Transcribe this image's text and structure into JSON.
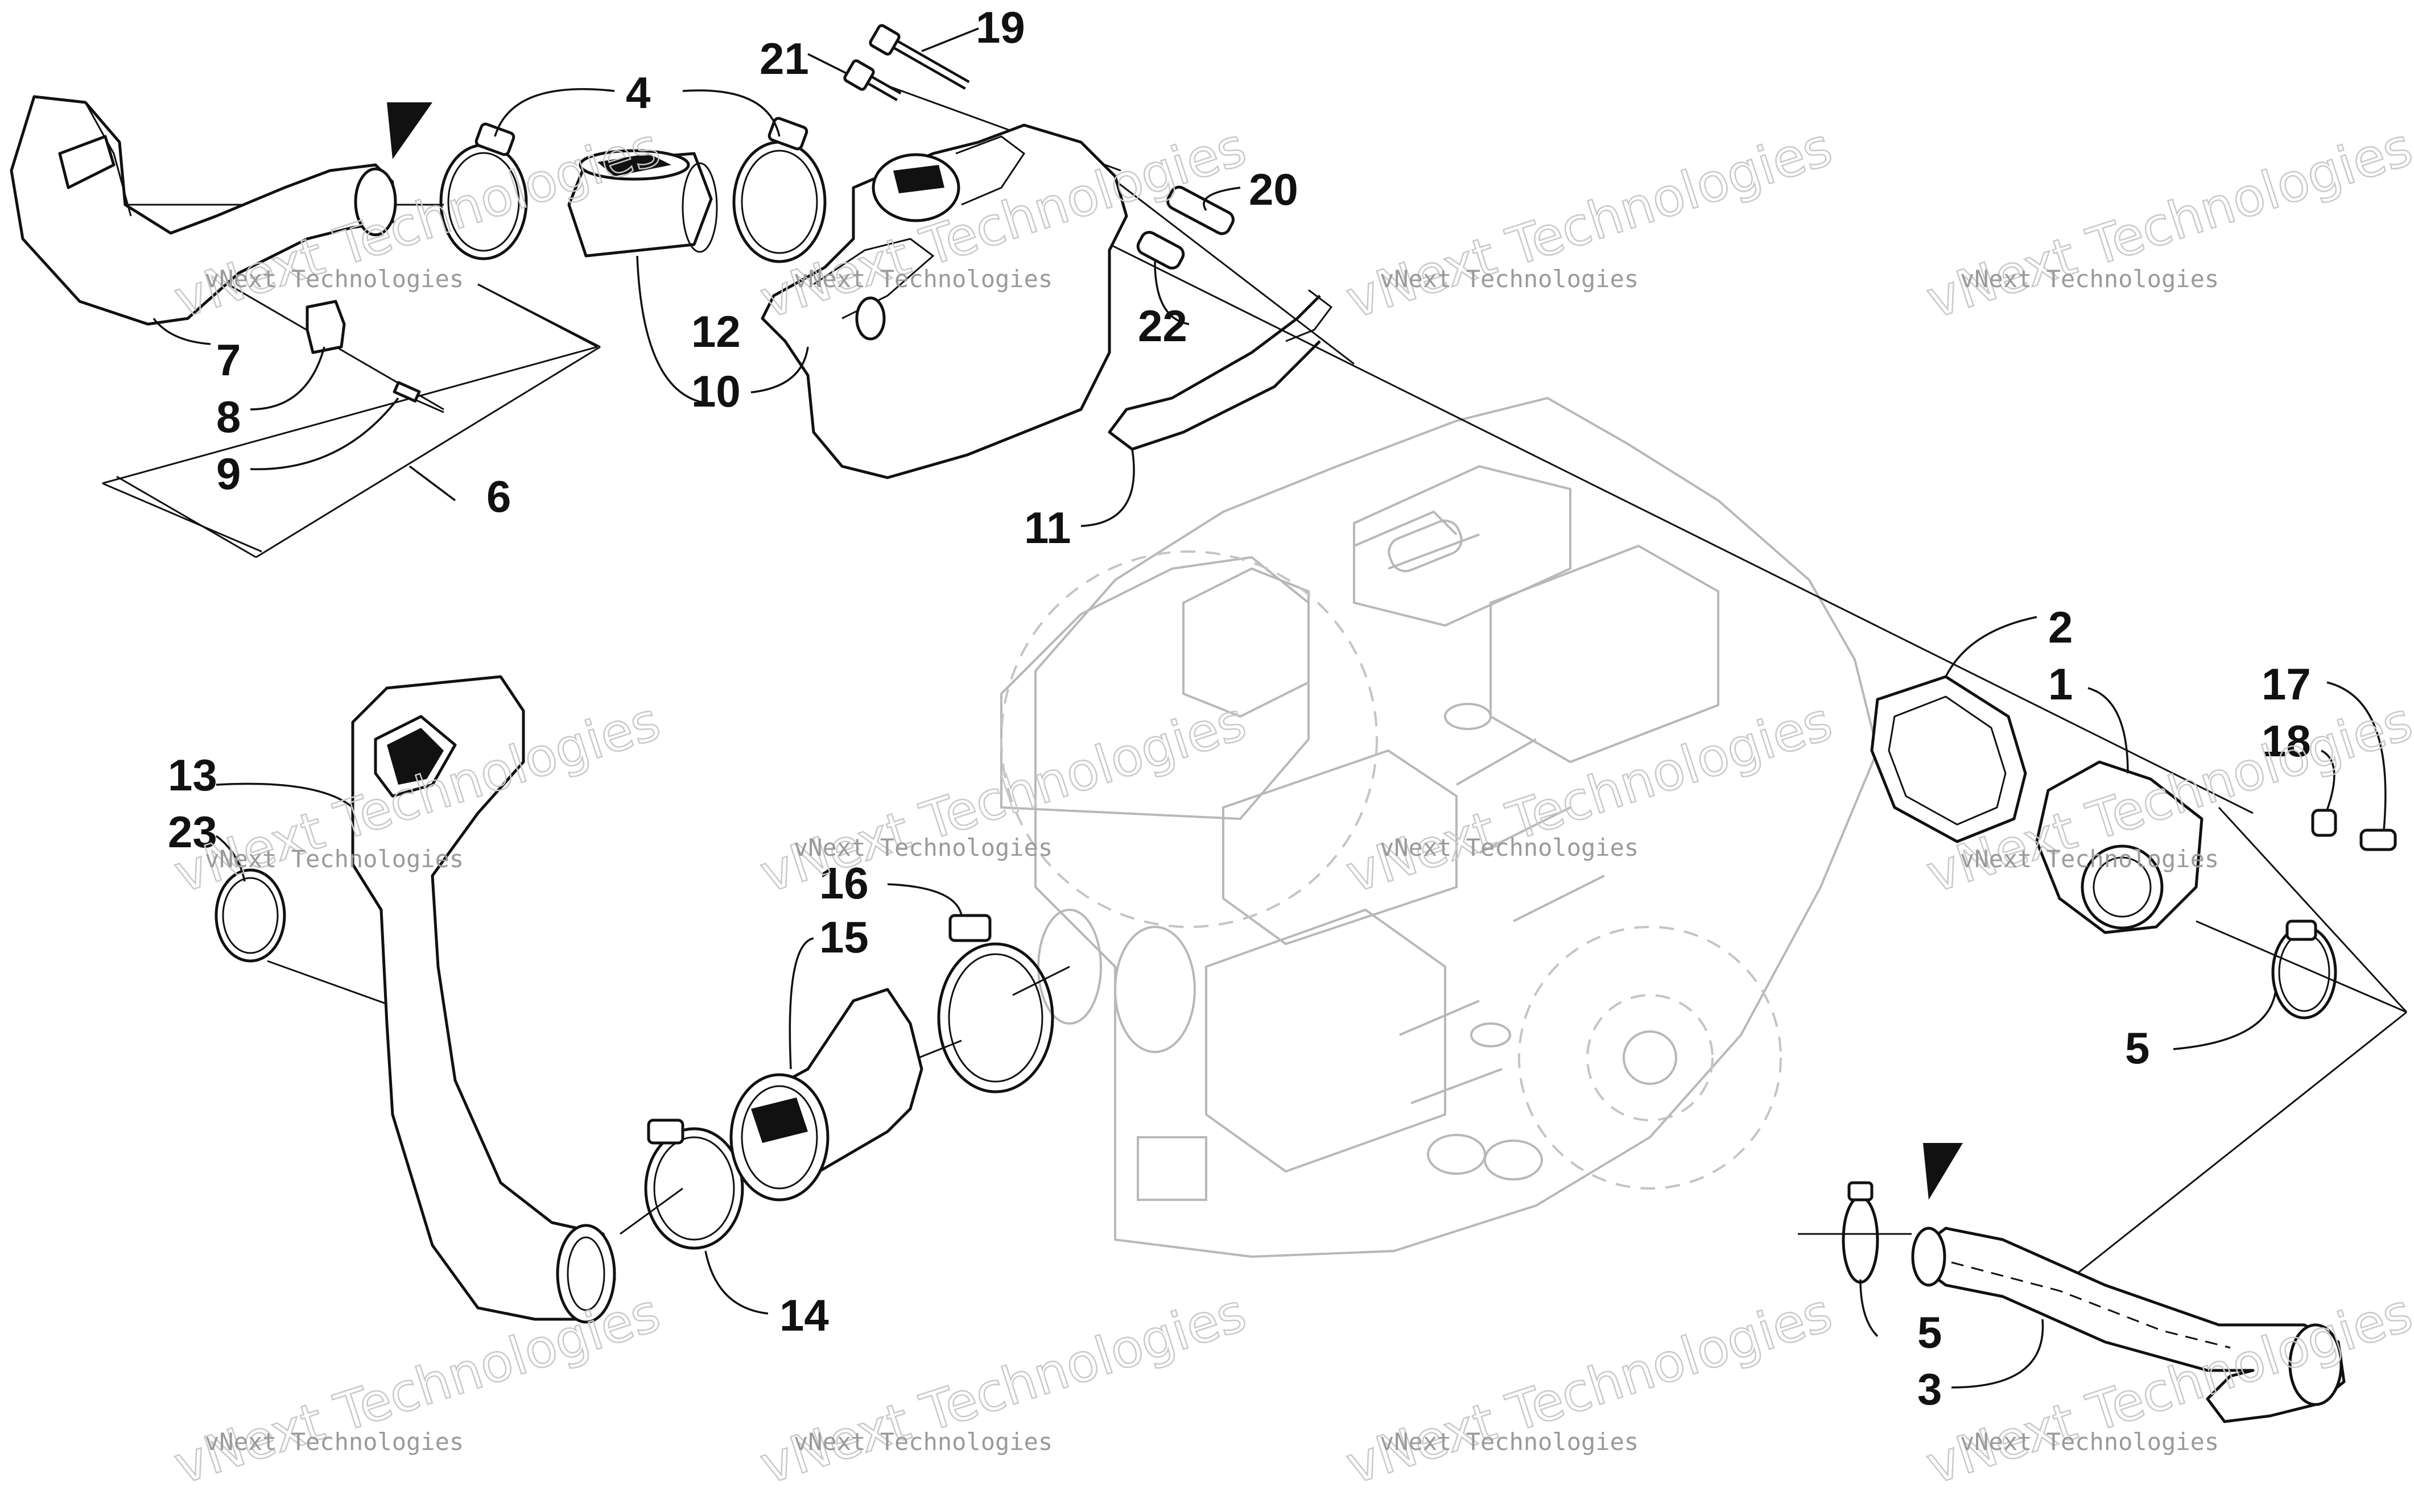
{
  "callouts": [
    "1",
    "2",
    "3",
    "4",
    "5",
    "5",
    "6",
    "7",
    "8",
    "9",
    "10",
    "11",
    "12",
    "13",
    "14",
    "15",
    "16",
    "17",
    "18",
    "19",
    "20",
    "21",
    "22",
    "23"
  ],
  "watermark": {
    "small": "vNext Technologies",
    "large": "vNext Technologies"
  },
  "colors": {
    "line": "#111111",
    "engine": "#b8b8b8",
    "watermark": "#9a9a9a"
  }
}
